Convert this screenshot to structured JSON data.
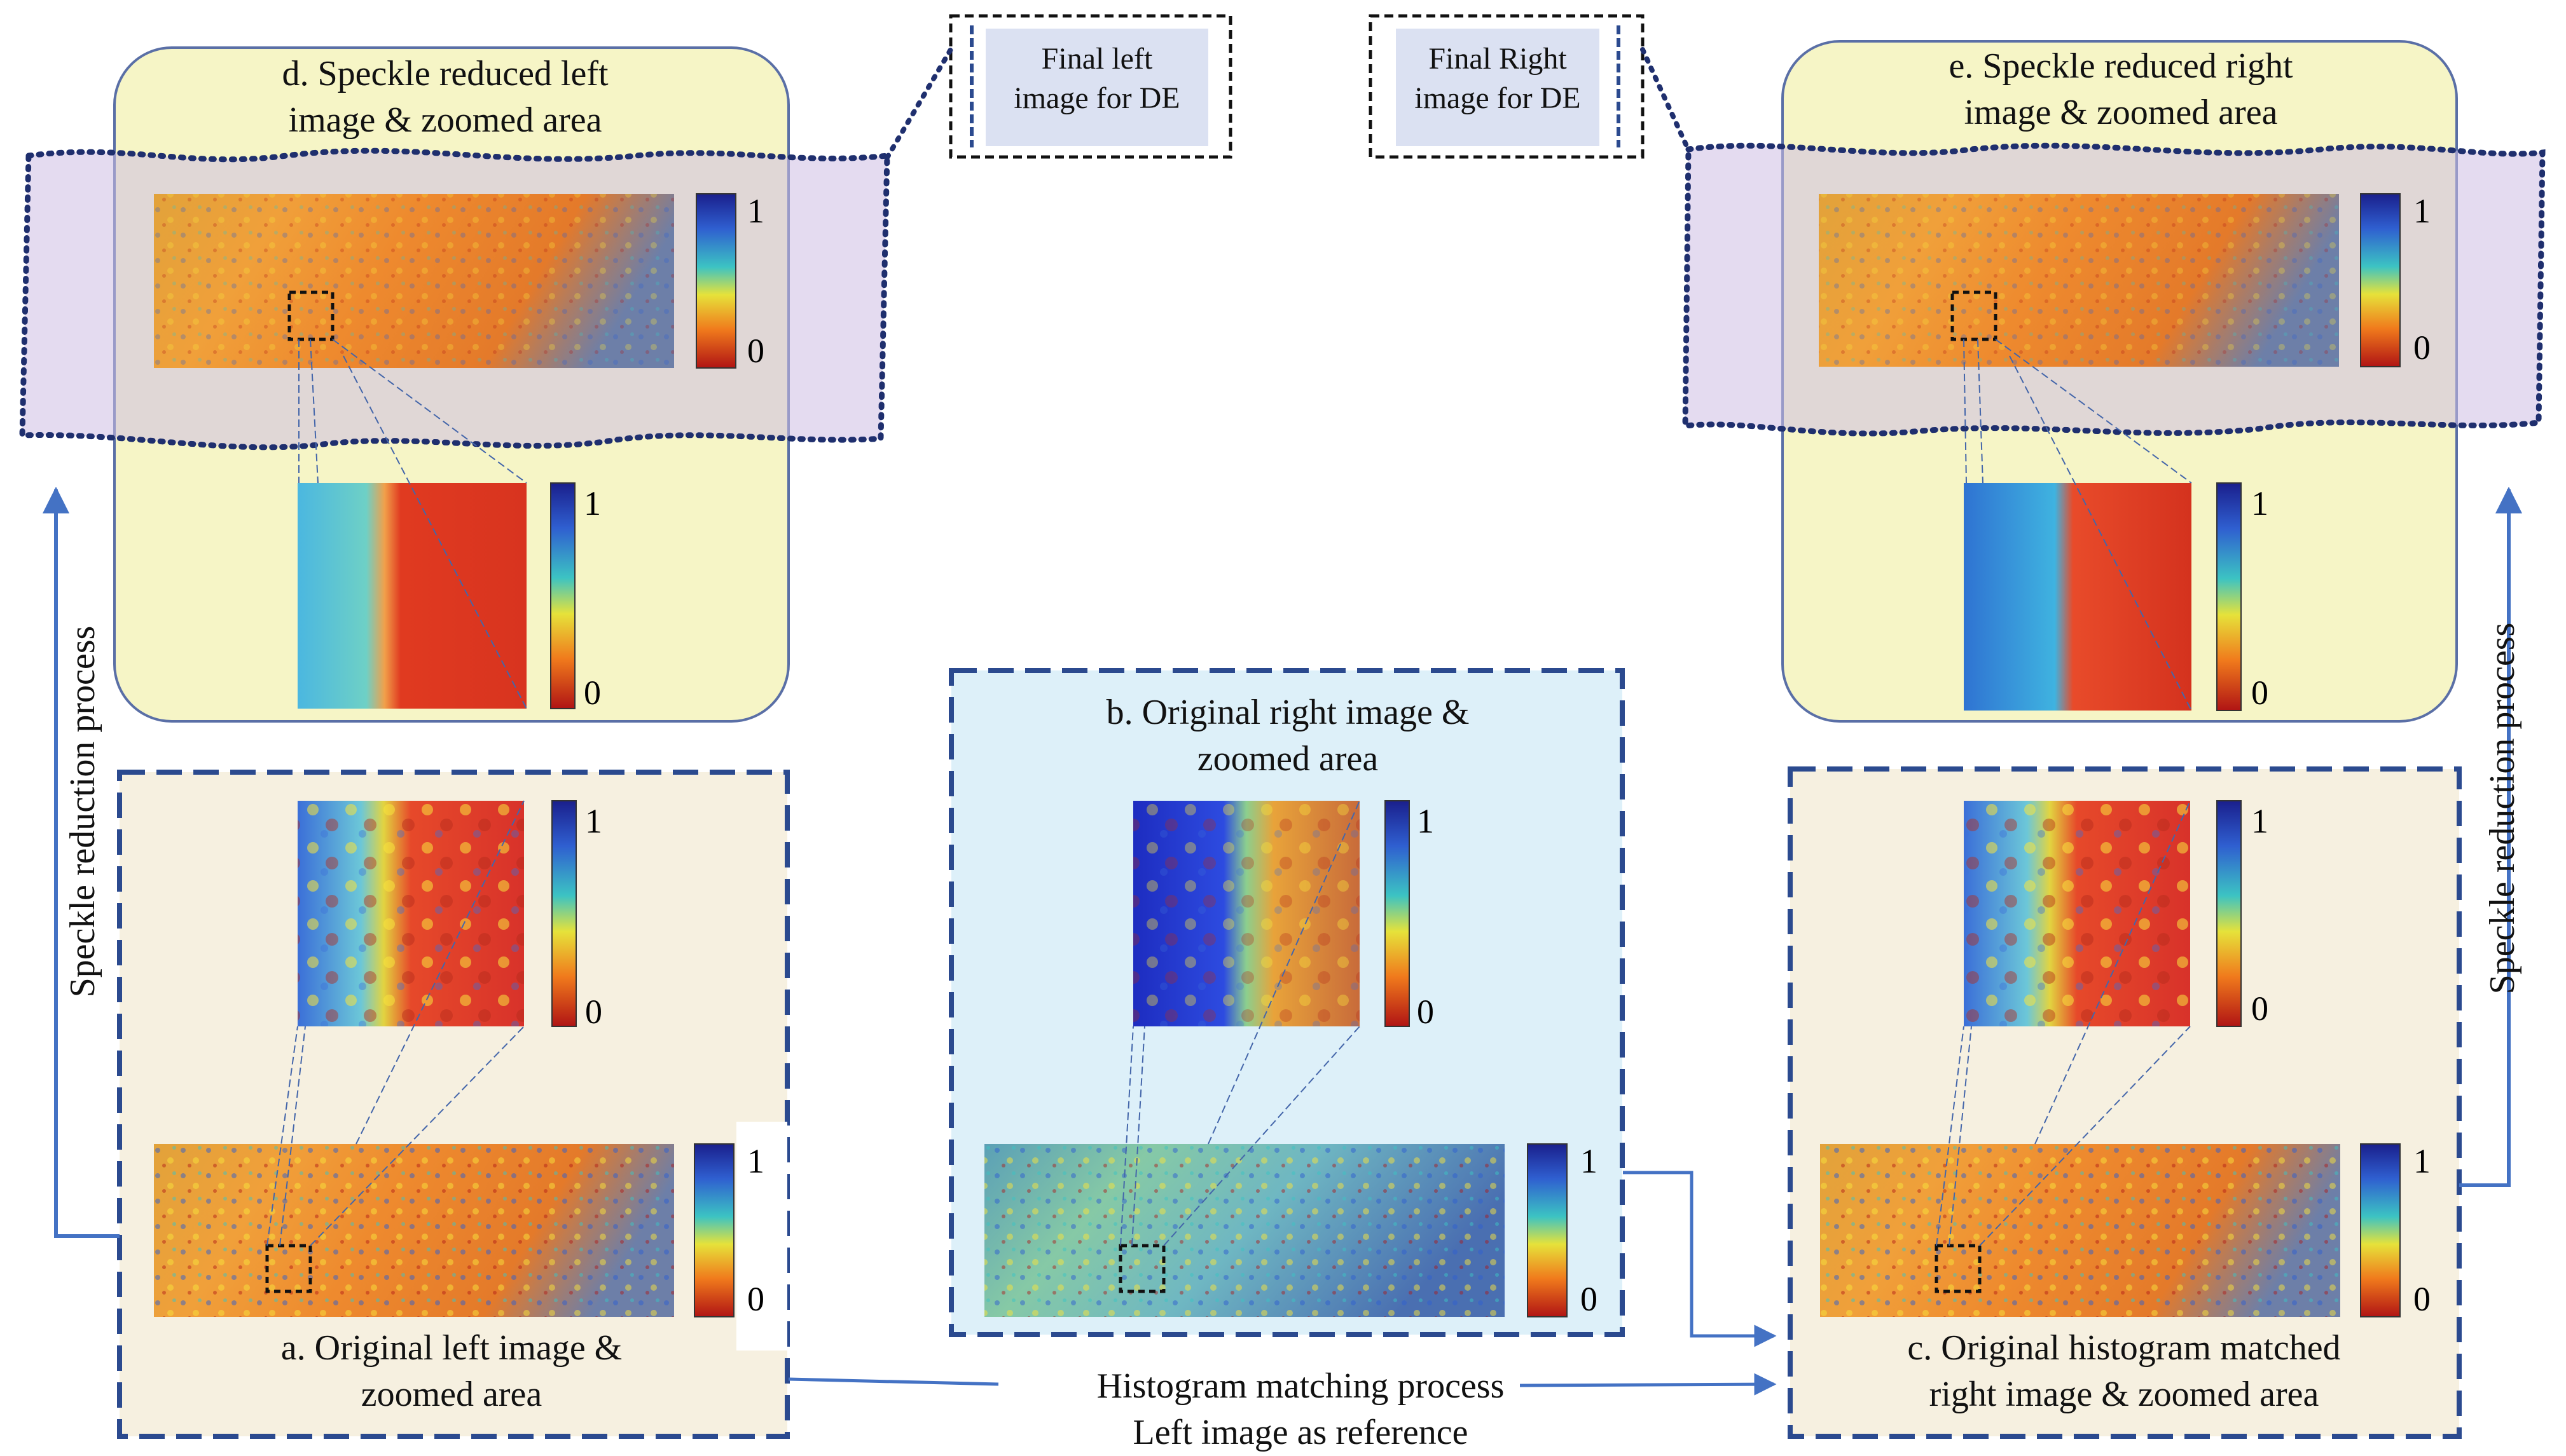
{
  "panels": {
    "a": {
      "title": "a. Original left image &\nzoomed area"
    },
    "b": {
      "title": "b. Original right image &\nzoomed area"
    },
    "c": {
      "title": "c. Original histogram matched\nright image & zoomed area"
    },
    "d": {
      "title": "d. Speckle reduced left\nimage & zoomed area"
    },
    "e": {
      "title": "e. Speckle reduced right\nimage & zoomed area"
    }
  },
  "final_left": "Final left\nimage for DE",
  "final_right": "Final Right\nimage for DE",
  "process": {
    "histogram": "Histogram matching process",
    "reference": "Left image as reference",
    "speckle_left": "Speckle reduction process",
    "speckle_right": "Speckle reduction process"
  },
  "colorbar": {
    "max": "1",
    "min": "0"
  },
  "colors": {
    "panel_fill": "#f6f0e0",
    "speckle_fill": "#f6f5c6",
    "blue_panel": "#ddf0f9",
    "band_fill": "#d7c8e4",
    "dashed_border": "#2b4a8f",
    "arrow": "#4472c4",
    "final_box": "#dbe1f2"
  }
}
